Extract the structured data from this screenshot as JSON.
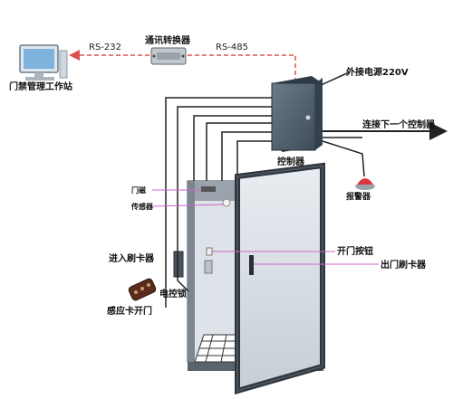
{
  "labels": {
    "workstation": "门禁管理工作站",
    "converter": "通讯转换器",
    "rs232": "RS-232",
    "rs485": "RS-485",
    "power": "外接电源220V",
    "next_controller": "连接下一个控制器",
    "controller": "控制器",
    "alarm": "报警器",
    "door_magnet": "门磁",
    "sensor": "传感器",
    "entry_reader": "进入刷卡器",
    "exit_button": "开门按钮",
    "exit_reader": "出门刷卡器",
    "electric_lock": "电控锁",
    "card_open": "感应卡开门"
  },
  "colors": {
    "rs_line": "#d9534f",
    "pink_line": "#cc66cc",
    "wire": "#222222",
    "controller": "#4a5a68"
  }
}
